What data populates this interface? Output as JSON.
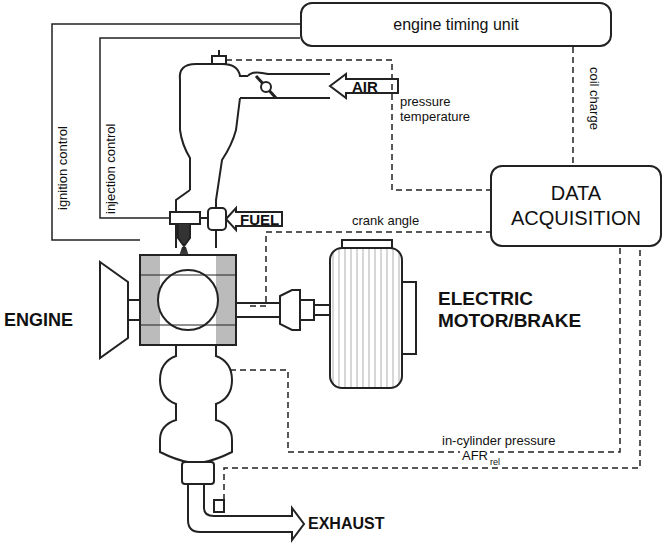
{
  "diagram": {
    "nodes": [
      {
        "text": [
          "engine timing unit"
        ]
      },
      {
        "text": [
          "DATA ACQUISITION"
        ]
      }
    ],
    "edges": [
      {
        "from": 0,
        "to": 1,
        "label": "coil charge",
        "arrow": "none"
      }
    ],
    "labels": [
      "ENGINE",
      "AIR",
      "FUEL",
      "ELECTRIC MOTOR/BRAKE",
      "EXHAUST",
      "ignition control",
      "injection control",
      "pressure temperature",
      "crank angle",
      "in-cylinder pressure",
      "AFR",
      "rel"
    ]
  }
}
